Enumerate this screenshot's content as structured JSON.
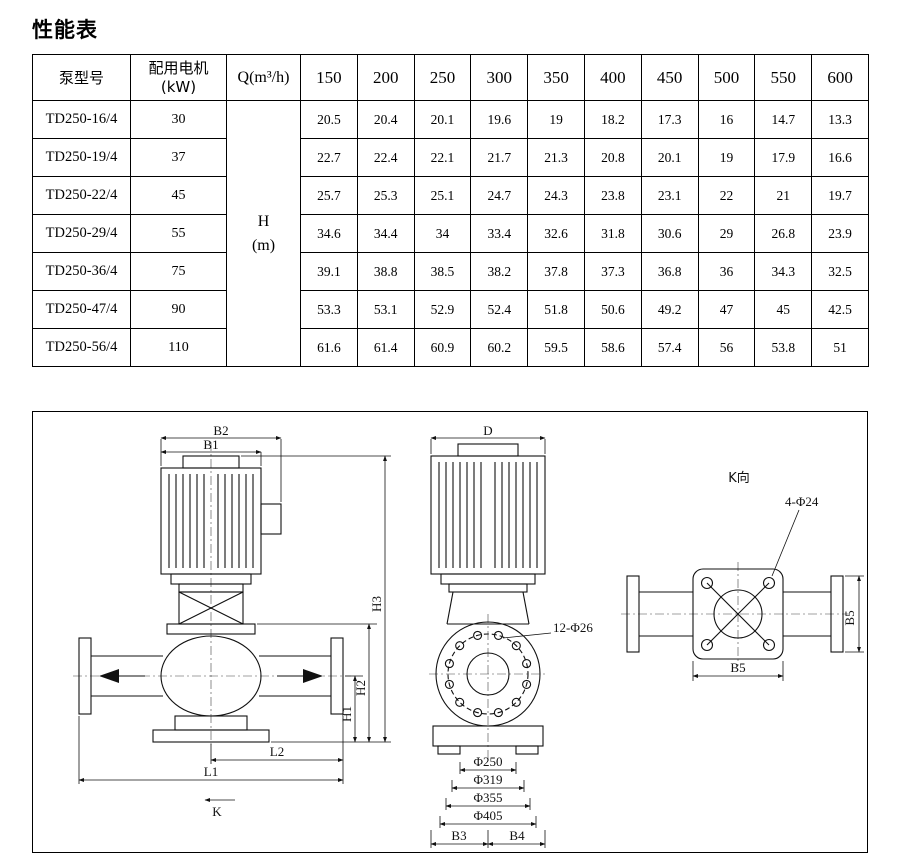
{
  "page": {
    "title": "性能表"
  },
  "table": {
    "headers": {
      "model": "泵型号",
      "motor": "配用电机\n(kW)",
      "flow": "Q(m³/h)",
      "head_unit": "H\n(m)"
    },
    "flow_columns": [
      "150",
      "200",
      "250",
      "300",
      "350",
      "400",
      "450",
      "500",
      "550",
      "600"
    ],
    "rows": [
      {
        "model": "TD250-16/4",
        "power": "30",
        "values": [
          "20.5",
          "20.4",
          "20.1",
          "19.6",
          "19",
          "18.2",
          "17.3",
          "16",
          "14.7",
          "13.3"
        ]
      },
      {
        "model": "TD250-19/4",
        "power": "37",
        "values": [
          "22.7",
          "22.4",
          "22.1",
          "21.7",
          "21.3",
          "20.8",
          "20.1",
          "19",
          "17.9",
          "16.6"
        ]
      },
      {
        "model": "TD250-22/4",
        "power": "45",
        "values": [
          "25.7",
          "25.3",
          "25.1",
          "24.7",
          "24.3",
          "23.8",
          "23.1",
          "22",
          "21",
          "19.7"
        ]
      },
      {
        "model": "TD250-29/4",
        "power": "55",
        "values": [
          "34.6",
          "34.4",
          "34",
          "33.4",
          "32.6",
          "31.8",
          "30.6",
          "29",
          "26.8",
          "23.9"
        ]
      },
      {
        "model": "TD250-36/4",
        "power": "75",
        "values": [
          "39.1",
          "38.8",
          "38.5",
          "38.2",
          "37.8",
          "37.3",
          "36.8",
          "36",
          "34.3",
          "32.5"
        ]
      },
      {
        "model": "TD250-47/4",
        "power": "90",
        "values": [
          "53.3",
          "53.1",
          "52.9",
          "52.4",
          "51.8",
          "50.6",
          "49.2",
          "47",
          "45",
          "42.5"
        ]
      },
      {
        "model": "TD250-56/4",
        "power": "110",
        "values": [
          "61.6",
          "61.4",
          "60.9",
          "60.2",
          "59.5",
          "58.6",
          "57.4",
          "56",
          "53.8",
          "51"
        ]
      }
    ]
  },
  "drawing": {
    "front_view": {
      "b2": "B2",
      "b1": "B1",
      "h3": "H3",
      "h2": "H2",
      "h1": "H1",
      "l2": "L2",
      "l1": "L1",
      "k": "K"
    },
    "side_view": {
      "d": "D",
      "bolts": "12-Φ26",
      "dia1": "Φ250",
      "dia2": "Φ319",
      "dia3": "Φ355",
      "dia4": "Φ405",
      "b3": "B3",
      "b4": "B4"
    },
    "top_view": {
      "title": "K向",
      "bolts": "4-Φ24",
      "b5_right": "B5",
      "b5_bottom": "B5"
    }
  }
}
